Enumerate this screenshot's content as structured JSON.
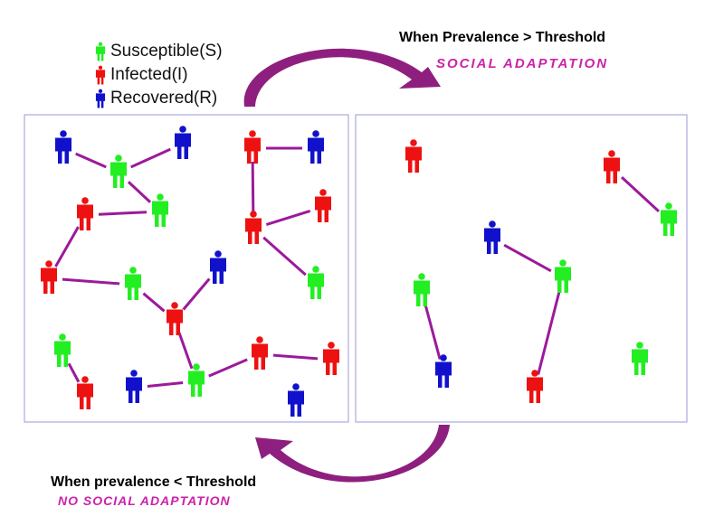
{
  "colors": {
    "susceptible": "#22ee22",
    "infected": "#ee1111",
    "recovered": "#1111cc",
    "edge": "#9b1a9b",
    "arrow": "#8e1f7f",
    "adaptation_text": "#cc22aa",
    "panel_border": "#9999dd"
  },
  "legend": [
    {
      "state": "susceptible",
      "label": "Susceptible(S)"
    },
    {
      "state": "infected",
      "label": "Infected(I)"
    },
    {
      "state": "recovered",
      "label": "Recovered(R)"
    }
  ],
  "top_transition": {
    "condition": "When Prevalence > Threshold",
    "action": "SOCIAL ADAPTATION"
  },
  "bottom_transition": {
    "condition": "When prevalence < Threshold",
    "action": "NO SOCIAL ADAPTATION"
  },
  "left_network": {
    "nodes": [
      {
        "id": "L1",
        "state": "recovered"
      },
      {
        "id": "L2",
        "state": "susceptible"
      },
      {
        "id": "L3",
        "state": "recovered"
      },
      {
        "id": "L4",
        "state": "infected"
      },
      {
        "id": "L5",
        "state": "recovered"
      },
      {
        "id": "L6",
        "state": "infected"
      },
      {
        "id": "L7",
        "state": "susceptible"
      },
      {
        "id": "L8",
        "state": "infected"
      },
      {
        "id": "L9",
        "state": "infected"
      },
      {
        "id": "L10",
        "state": "infected"
      },
      {
        "id": "L11",
        "state": "susceptible"
      },
      {
        "id": "L12",
        "state": "recovered"
      },
      {
        "id": "L13",
        "state": "susceptible"
      },
      {
        "id": "L14",
        "state": "infected"
      },
      {
        "id": "L15",
        "state": "susceptible"
      },
      {
        "id": "L16",
        "state": "infected"
      },
      {
        "id": "L17",
        "state": "recovered"
      },
      {
        "id": "L18",
        "state": "susceptible"
      },
      {
        "id": "L19",
        "state": "infected"
      },
      {
        "id": "L20",
        "state": "infected"
      },
      {
        "id": "L21",
        "state": "recovered"
      }
    ],
    "edges": [
      [
        "L1",
        "L2"
      ],
      [
        "L2",
        "L3"
      ],
      [
        "L2",
        "L7"
      ],
      [
        "L4",
        "L5"
      ],
      [
        "L4",
        "L8"
      ],
      [
        "L8",
        "L9"
      ],
      [
        "L8",
        "L13"
      ],
      [
        "L6",
        "L7"
      ],
      [
        "L6",
        "L10"
      ],
      [
        "L10",
        "L11"
      ],
      [
        "L11",
        "L14"
      ],
      [
        "L14",
        "L12"
      ],
      [
        "L14",
        "L18"
      ],
      [
        "L15",
        "L16"
      ],
      [
        "L17",
        "L18"
      ],
      [
        "L18",
        "L19"
      ],
      [
        "L19",
        "L20"
      ]
    ]
  },
  "right_network": {
    "nodes": [
      {
        "id": "R1",
        "state": "infected"
      },
      {
        "id": "R2",
        "state": "infected"
      },
      {
        "id": "R3",
        "state": "susceptible"
      },
      {
        "id": "R4",
        "state": "recovered"
      },
      {
        "id": "R5",
        "state": "susceptible"
      },
      {
        "id": "R6",
        "state": "susceptible"
      },
      {
        "id": "R7",
        "state": "recovered"
      },
      {
        "id": "R8",
        "state": "infected"
      },
      {
        "id": "R9",
        "state": "susceptible"
      }
    ],
    "edges": [
      [
        "R2",
        "R3"
      ],
      [
        "R4",
        "R5"
      ],
      [
        "R6",
        "R7"
      ],
      [
        "R5",
        "R8"
      ]
    ]
  }
}
